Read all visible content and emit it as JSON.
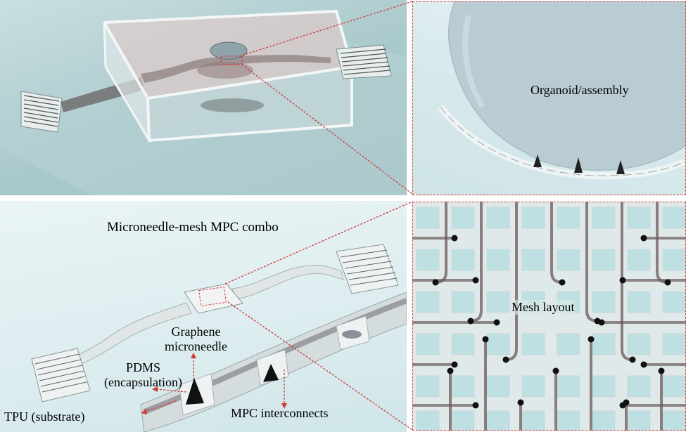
{
  "labels": {
    "organoid": "Organoid/assembly",
    "combo": "Microneedle-mesh MPC combo",
    "mesh_layout": "Mesh layout",
    "graphene_line1": "Graphene",
    "graphene_line2": "microneedle",
    "pdms_line1": "PDMS",
    "pdms_line2": "(encapsulation)",
    "tpu": "TPU (substrate)",
    "mpc_interconnects": "MPC interconnects"
  },
  "colors": {
    "callout": "#d43a3a",
    "mesh_trace": "#6b5a5a",
    "pad": "#bfe0e2",
    "organoid": "#b9ccd3"
  }
}
